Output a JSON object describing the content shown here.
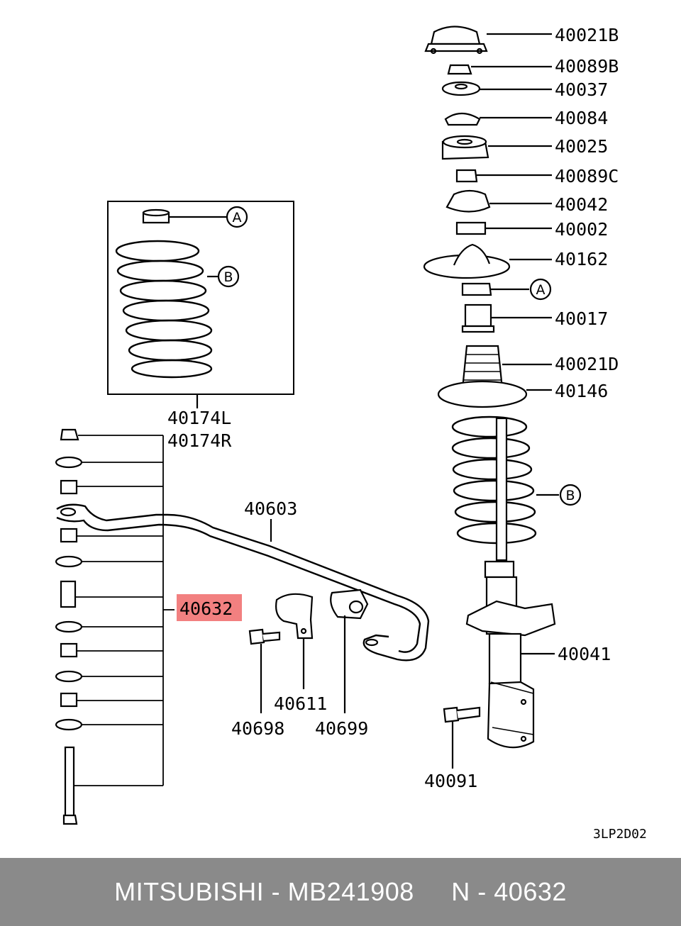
{
  "diagram": {
    "parts": {
      "p40021B": "40021B",
      "p40089B": "40089B",
      "p40037": "40037",
      "p40084": "40084",
      "p40025": "40025",
      "p40089C": "40089C",
      "p40042": "40042",
      "p40002": "40002",
      "p40162": "40162",
      "p40017": "40017",
      "p40021D": "40021D",
      "p40146": "40146",
      "p40041": "40041",
      "p40091": "40091",
      "p40174L": "40174L",
      "p40174R": "40174R",
      "p40603": "40603",
      "p40632": "40632",
      "p40611": "40611",
      "p40699": "40699",
      "p40698": "40698"
    },
    "callouts": {
      "a": "A",
      "b": "B"
    },
    "drawing_code": "3LP2D02",
    "highlight_color": "#f28080"
  },
  "footer": {
    "brand": "MITSUBISHI",
    "sep1": " - ",
    "part_number": "MB241908",
    "gap": "     ",
    "ref": "N",
    "sep2": " - ",
    "ref_number": "40632"
  }
}
